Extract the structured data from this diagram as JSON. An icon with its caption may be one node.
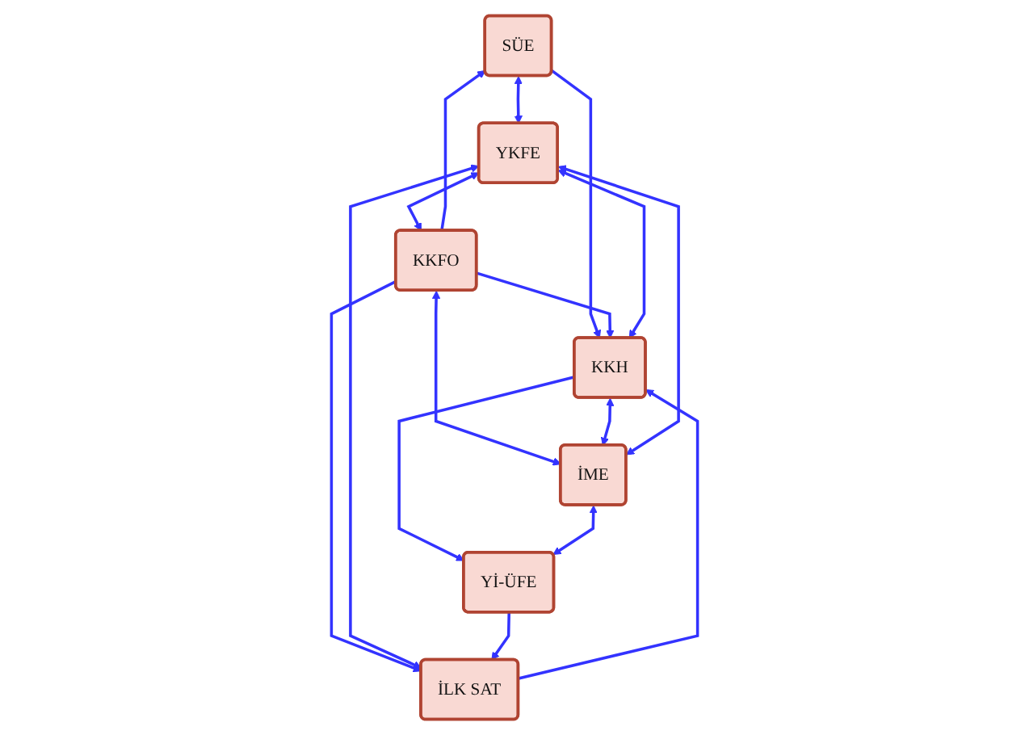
{
  "diagram": {
    "nodes": [
      {
        "text": [
          "SÜE"
        ]
      },
      {
        "text": [
          "KKFO"
        ]
      },
      {
        "text": [
          "KKH"
        ]
      },
      {
        "text": [
          "YKFE"
        ]
      },
      {
        "text": [
          "İME"
        ]
      },
      {
        "text": [
          "İLK SAT"
        ]
      },
      {
        "text": [
          "Yİ-ÜFE"
        ]
      }
    ],
    "edges": [
      {
        "from": 1,
        "to": 0,
        "arrow": "to"
      },
      {
        "from": 0,
        "to": 3,
        "arrow": "both"
      },
      {
        "from": 0,
        "to": 2,
        "arrow": "to"
      },
      {
        "from": 3,
        "to": 1,
        "arrow": "both"
      },
      {
        "from": 1,
        "to": 2,
        "arrow": "to"
      },
      {
        "from": 1,
        "to": 5,
        "arrow": "to"
      },
      {
        "from": 1,
        "to": 4,
        "arrow": "both"
      },
      {
        "from": 3,
        "to": 2,
        "arrow": "both"
      },
      {
        "from": 2,
        "to": 4,
        "arrow": "both"
      },
      {
        "from": 3,
        "to": 4,
        "arrow": "both"
      },
      {
        "from": 2,
        "to": 6,
        "arrow": "to"
      },
      {
        "from": 3,
        "to": 5,
        "arrow": "both"
      },
      {
        "from": 5,
        "to": 2,
        "arrow": "to"
      },
      {
        "from": 6,
        "to": 5,
        "arrow": "to"
      },
      {
        "from": 4,
        "to": 6,
        "arrow": "both"
      }
    ]
  }
}
